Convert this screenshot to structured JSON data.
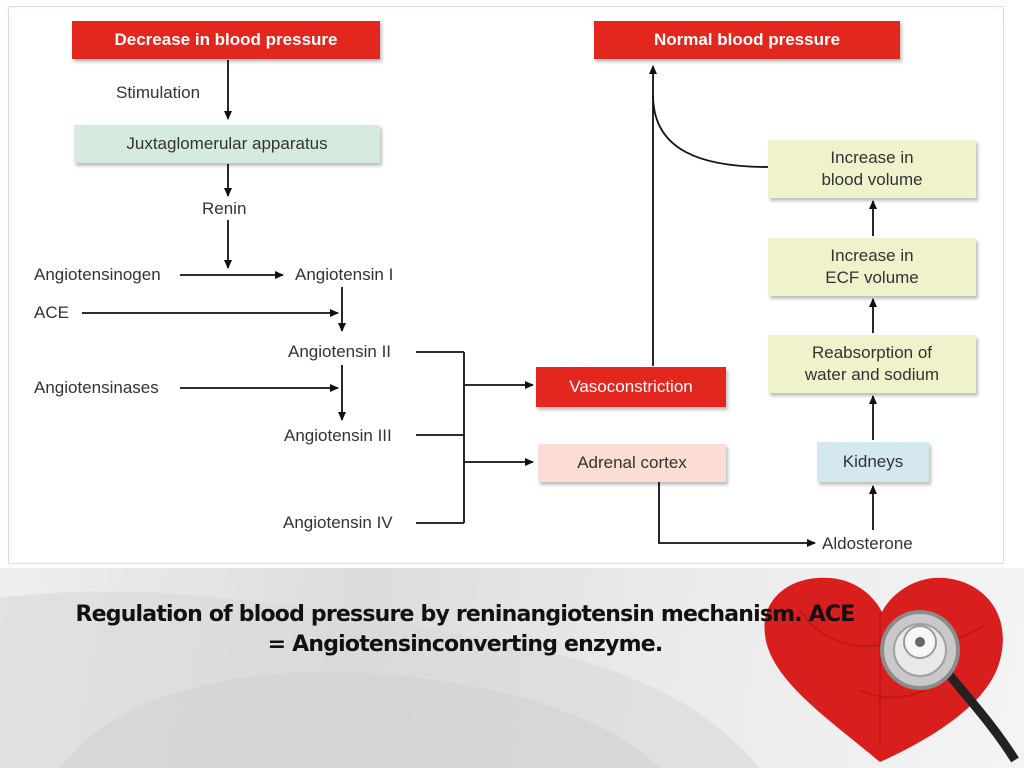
{
  "diagram": {
    "boxes": {
      "decrease_bp": "Decrease in blood pressure",
      "normal_bp": "Normal blood pressure",
      "juxtaglomerular": "Juxtaglomerular apparatus",
      "increase_blood_volume": [
        "Increase in",
        "blood volume"
      ],
      "increase_ecf_volume": [
        "Increase in",
        "ECF volume"
      ],
      "reabsorption": [
        "Reabsorption of",
        "water and sodium"
      ],
      "vasoconstriction": "Vasoconstriction",
      "adrenal_cortex": "Adrenal cortex",
      "kidneys": "Kidneys"
    },
    "labels": {
      "stimulation": "Stimulation",
      "renin": "Renin",
      "angiotensinogen": "Angiotensinogen",
      "angiotensin_1": "Angiotensin I",
      "ace": "ACE",
      "angiotensin_2": "Angiotensin II",
      "angiotensinases": "Angiotensinases",
      "angiotensin_3": "Angiotensin III",
      "angiotensin_4": "Angiotensin IV",
      "aldosterone": "Aldosterone"
    }
  },
  "caption": {
    "line1": "Regulation of blood pressure by reninangiotensin mechanism. ACE",
    "line2": "= Angiotensinconverting enzyme."
  },
  "colors": {
    "red_box": "#e3271f",
    "green_box": "#d6ebe0",
    "yellow_box": "#f0f2cc",
    "peach_box": "#fbddd3",
    "blue_box": "#d3e8ef",
    "heart": "#d91e1e"
  },
  "icons": [
    "heart-puzzle-icon",
    "stethoscope-icon"
  ]
}
